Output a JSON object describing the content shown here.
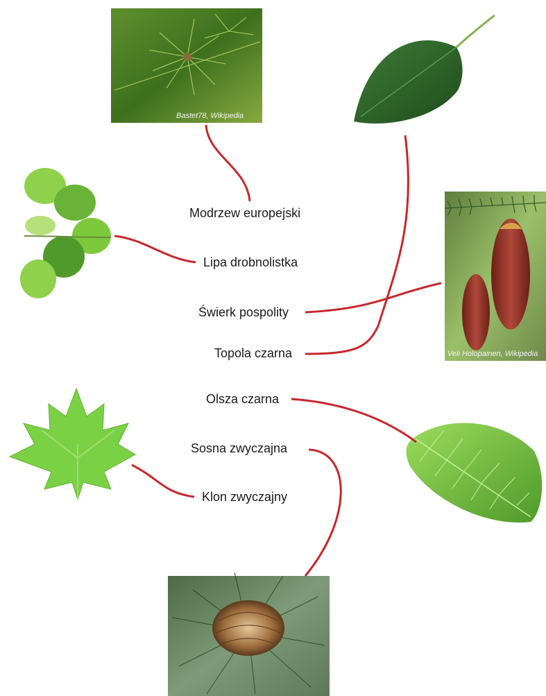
{
  "labels": {
    "modrzew": "Modrzew europejski",
    "lipa": "Lipa drobnolistka",
    "swierk": "Świerk pospolity",
    "topola": "Topola czarna",
    "olsza": "Olsza czarna",
    "sosna": "Sosna zwyczajna",
    "klon": "Klon zwyczajny"
  },
  "credits": {
    "larch_photo": "Bastet78, Wikipedia",
    "spruce_photo": "Veli Holopainen, Wikipedia"
  },
  "colors": {
    "connector": "#c8262a",
    "leaf_dark": "#2f6b2a",
    "leaf_light": "#7cc93c"
  },
  "icons": {
    "larch": "larch-twig-photo",
    "poplar": "poplar-leaf-icon",
    "linden": "linden-branch-icon",
    "spruce": "spruce-cone-photo",
    "maple": "maple-leaf-icon",
    "alder": "alder-leaf-icon",
    "pine": "pine-cone-photo"
  }
}
